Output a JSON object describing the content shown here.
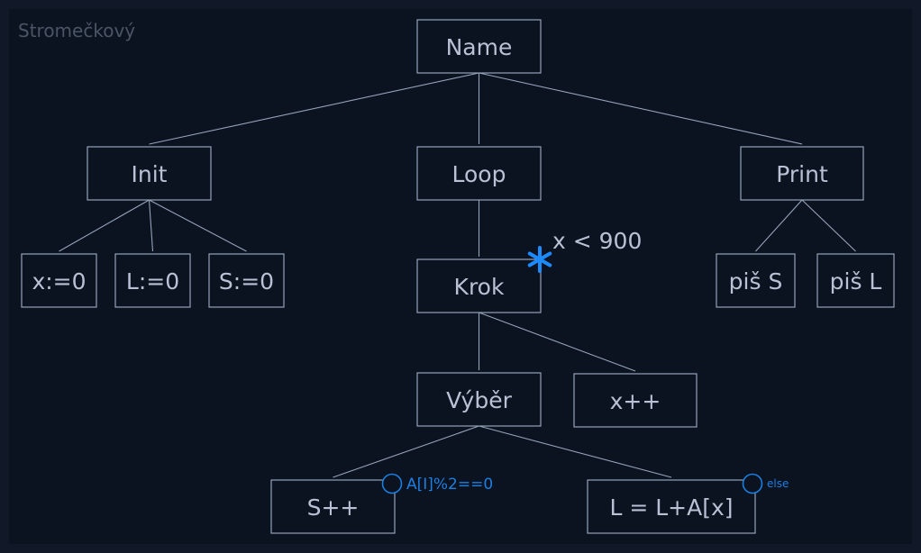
{
  "title": "Stromečkový",
  "colors": {
    "accent": "#1d8bff",
    "condition": "#1d7fe0",
    "stroke": "#94a3b8",
    "text": "#b8c2d4"
  },
  "nodes": [
    {
      "id": "name",
      "label": "Name"
    },
    {
      "id": "init",
      "label": "Init"
    },
    {
      "id": "loop",
      "label": "Loop"
    },
    {
      "id": "print",
      "label": "Print"
    },
    {
      "id": "x0",
      "label": "x:=0"
    },
    {
      "id": "l0",
      "label": "L:=0"
    },
    {
      "id": "s0",
      "label": "S:=0"
    },
    {
      "id": "krok",
      "label": "Krok"
    },
    {
      "id": "pisS",
      "label": "piš S"
    },
    {
      "id": "pisL",
      "label": "piš L"
    },
    {
      "id": "vyber",
      "label": "Výběr"
    },
    {
      "id": "xinc",
      "label": "x++"
    },
    {
      "id": "sinc",
      "label": "S++"
    },
    {
      "id": "ladd",
      "label": "L = L+A[x]"
    }
  ],
  "edges": [
    [
      "name",
      "init"
    ],
    [
      "name",
      "loop"
    ],
    [
      "name",
      "print"
    ],
    [
      "init",
      "x0"
    ],
    [
      "init",
      "l0"
    ],
    [
      "init",
      "s0"
    ],
    [
      "loop",
      "krok"
    ],
    [
      "print",
      "pisS"
    ],
    [
      "print",
      "pisL"
    ],
    [
      "krok",
      "vyber"
    ],
    [
      "krok",
      "xinc"
    ],
    [
      "vyber",
      "sinc"
    ],
    [
      "vyber",
      "ladd"
    ]
  ],
  "loop_marker": {
    "node": "krok",
    "icon": "asterisk-icon",
    "condition": "x < 900"
  },
  "conditions": [
    {
      "node": "sinc",
      "icon": "circle-icon",
      "label": "A[I]%2==0"
    },
    {
      "node": "ladd",
      "icon": "circle-icon",
      "label": "else"
    }
  ]
}
